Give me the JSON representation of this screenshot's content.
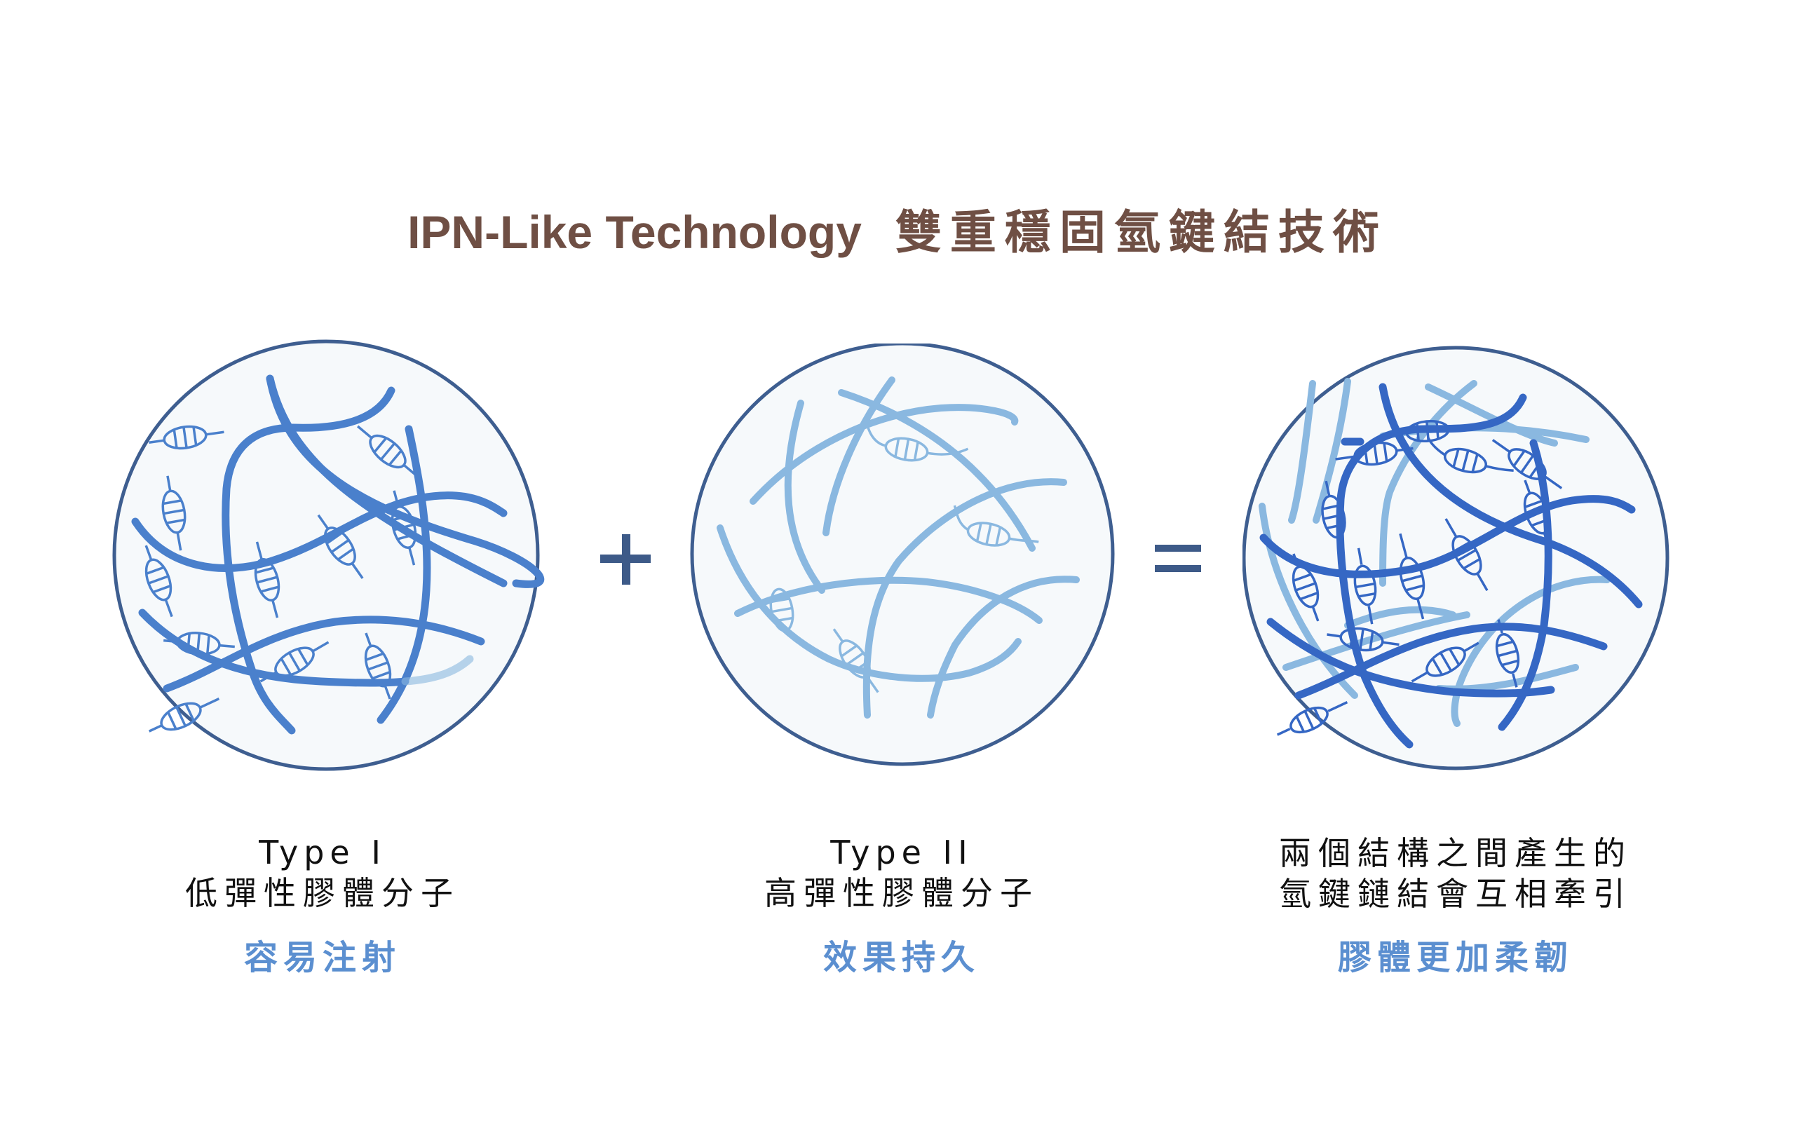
{
  "title": {
    "en": "IPN-Like Technology",
    "zh": "雙重穩固氫鍵結技術",
    "color": "#6f4f44"
  },
  "colors": {
    "background": "#ffffff",
    "circle_fill": "#f6f9fb",
    "circle_border": "#3e5e90",
    "operator": "#3d5a88",
    "fiber_type1": "#4a80cc",
    "fiber_type2": "#8ab8e0",
    "fiber_combined_dark": "#3567c4",
    "label_text": "#111111",
    "highlight_text": "#5b8fd0"
  },
  "operators": {
    "plus": "+",
    "equals": "="
  },
  "panels": [
    {
      "id": "type1",
      "illustration": "low-elasticity-gel-network",
      "label_en": "Type I",
      "label_zh_lines": [
        "低彈性膠體分子"
      ],
      "highlight": "容易注射"
    },
    {
      "id": "type2",
      "illustration": "high-elasticity-gel-network",
      "label_en": "Type II",
      "label_zh_lines": [
        "高彈性膠體分子"
      ],
      "highlight": "效果持久"
    },
    {
      "id": "combined",
      "illustration": "hydrogen-bonded-interpenetrating-network",
      "label_en": "",
      "label_zh_lines": [
        "兩個結構之間產生的",
        "氫鍵鏈結會互相牽引"
      ],
      "highlight": "膠體更加柔韌"
    }
  ]
}
